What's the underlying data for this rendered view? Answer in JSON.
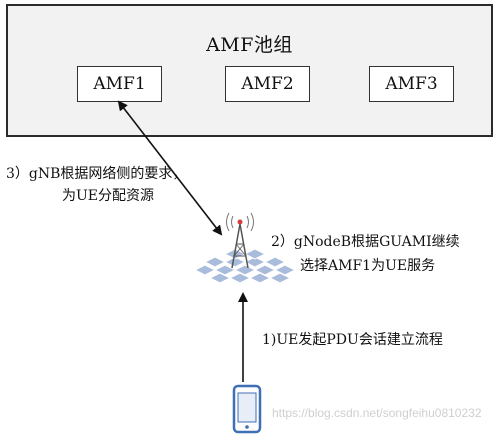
{
  "pool": {
    "title": "AMF池组",
    "amfs": [
      "AMF1",
      "AMF2",
      "AMF3"
    ]
  },
  "steps": {
    "step3_line1": "3）gNB根据网络侧的要求，",
    "step3_line2": "为UE分配资源",
    "step2_line1": "2）gNodeB根据GUAMI继续",
    "step2_line2": "选择AMF1为UE服务",
    "step1": "1)UE发起PDU会话建立流程"
  },
  "watermark": "https://blog.csdn.net/songfeihu0810232",
  "colors": {
    "pool_bg": "#f2f2f2",
    "hex_fill": "#a9bcdb",
    "phone_stroke": "#3f6fb5",
    "arrow": "#111111"
  },
  "icons": {
    "base_station": "base-station-icon",
    "phone": "mobile-phone-icon"
  }
}
